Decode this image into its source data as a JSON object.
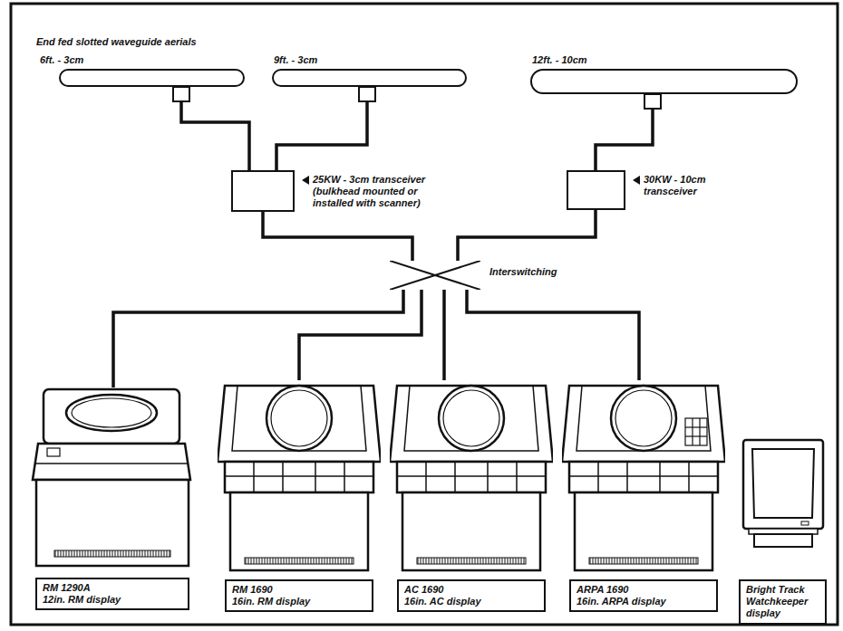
{
  "diagram": {
    "title": "End fed slotted waveguide aerials",
    "nodes": [
      {
        "text": [
          "6ft. - 3cm"
        ]
      },
      {
        "text": [
          "9ft. - 3cm"
        ]
      },
      {
        "text": [
          "12ft. - 10cm"
        ]
      },
      {
        "text": [
          "25KW - 3cm transceiver (bulkhead mounted or installed with scanner)"
        ]
      },
      {
        "text": [
          "30KW - 10cm transceiver"
        ]
      },
      {
        "text": [
          "Interswitching"
        ]
      },
      {
        "text": [
          "RM 1290A",
          "12in. RM display"
        ]
      },
      {
        "text": [
          "RM 1690",
          "16in. RM display"
        ]
      },
      {
        "text": [
          "AC 1690",
          "16in. AC display"
        ]
      },
      {
        "text": [
          "ARPA 1690",
          "16in. ARPA display"
        ]
      },
      {
        "text": [
          "Bright Track Watchkeeper display"
        ]
      }
    ],
    "edges": [
      {
        "from": 0,
        "to": 3,
        "arrow": "none"
      },
      {
        "from": 1,
        "to": 3,
        "arrow": "none"
      },
      {
        "from": 2,
        "to": 4,
        "arrow": "none"
      },
      {
        "from": 3,
        "to": 5,
        "arrow": "none"
      },
      {
        "from": 4,
        "to": 5,
        "arrow": "none"
      },
      {
        "from": 5,
        "to": 6,
        "arrow": "none"
      },
      {
        "from": 5,
        "to": 7,
        "arrow": "none"
      },
      {
        "from": 5,
        "to": 8,
        "arrow": "none"
      },
      {
        "from": 5,
        "to": 9,
        "arrow": "none"
      }
    ]
  }
}
